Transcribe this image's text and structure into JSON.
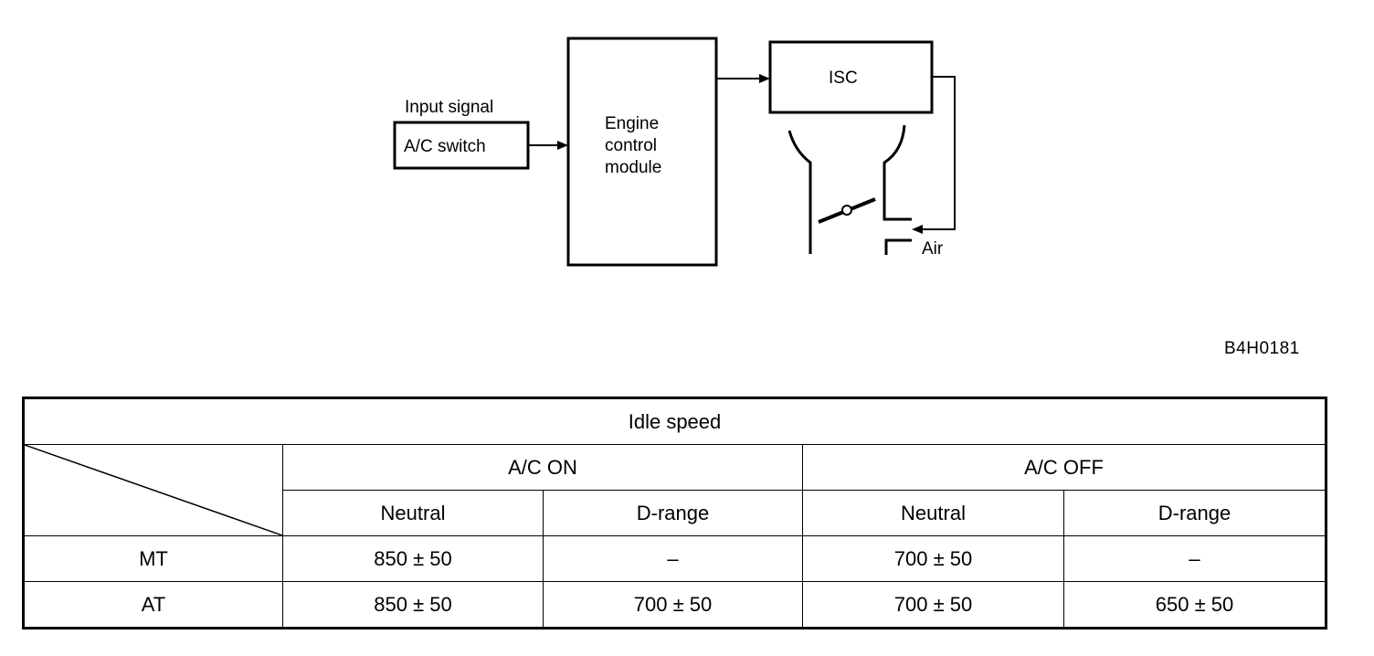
{
  "diagram": {
    "input_label": "Input signal",
    "ac_switch": "A/C switch",
    "ecm_lines": [
      "Engine",
      "control",
      "module"
    ],
    "isc": "ISC",
    "air": "Air"
  },
  "figure_id": "B4H0181",
  "table": {
    "title": "Idle speed",
    "groups": [
      "A/C ON",
      "A/C OFF"
    ],
    "subheaders": [
      "Neutral",
      "D-range",
      "Neutral",
      "D-range"
    ],
    "rows": [
      {
        "label": "MT",
        "values": [
          "850 ± 50",
          "–",
          "700 ± 50",
          "–"
        ]
      },
      {
        "label": "AT",
        "values": [
          "850 ± 50",
          "700 ± 50",
          "700 ± 50",
          "650 ± 50"
        ]
      }
    ]
  }
}
